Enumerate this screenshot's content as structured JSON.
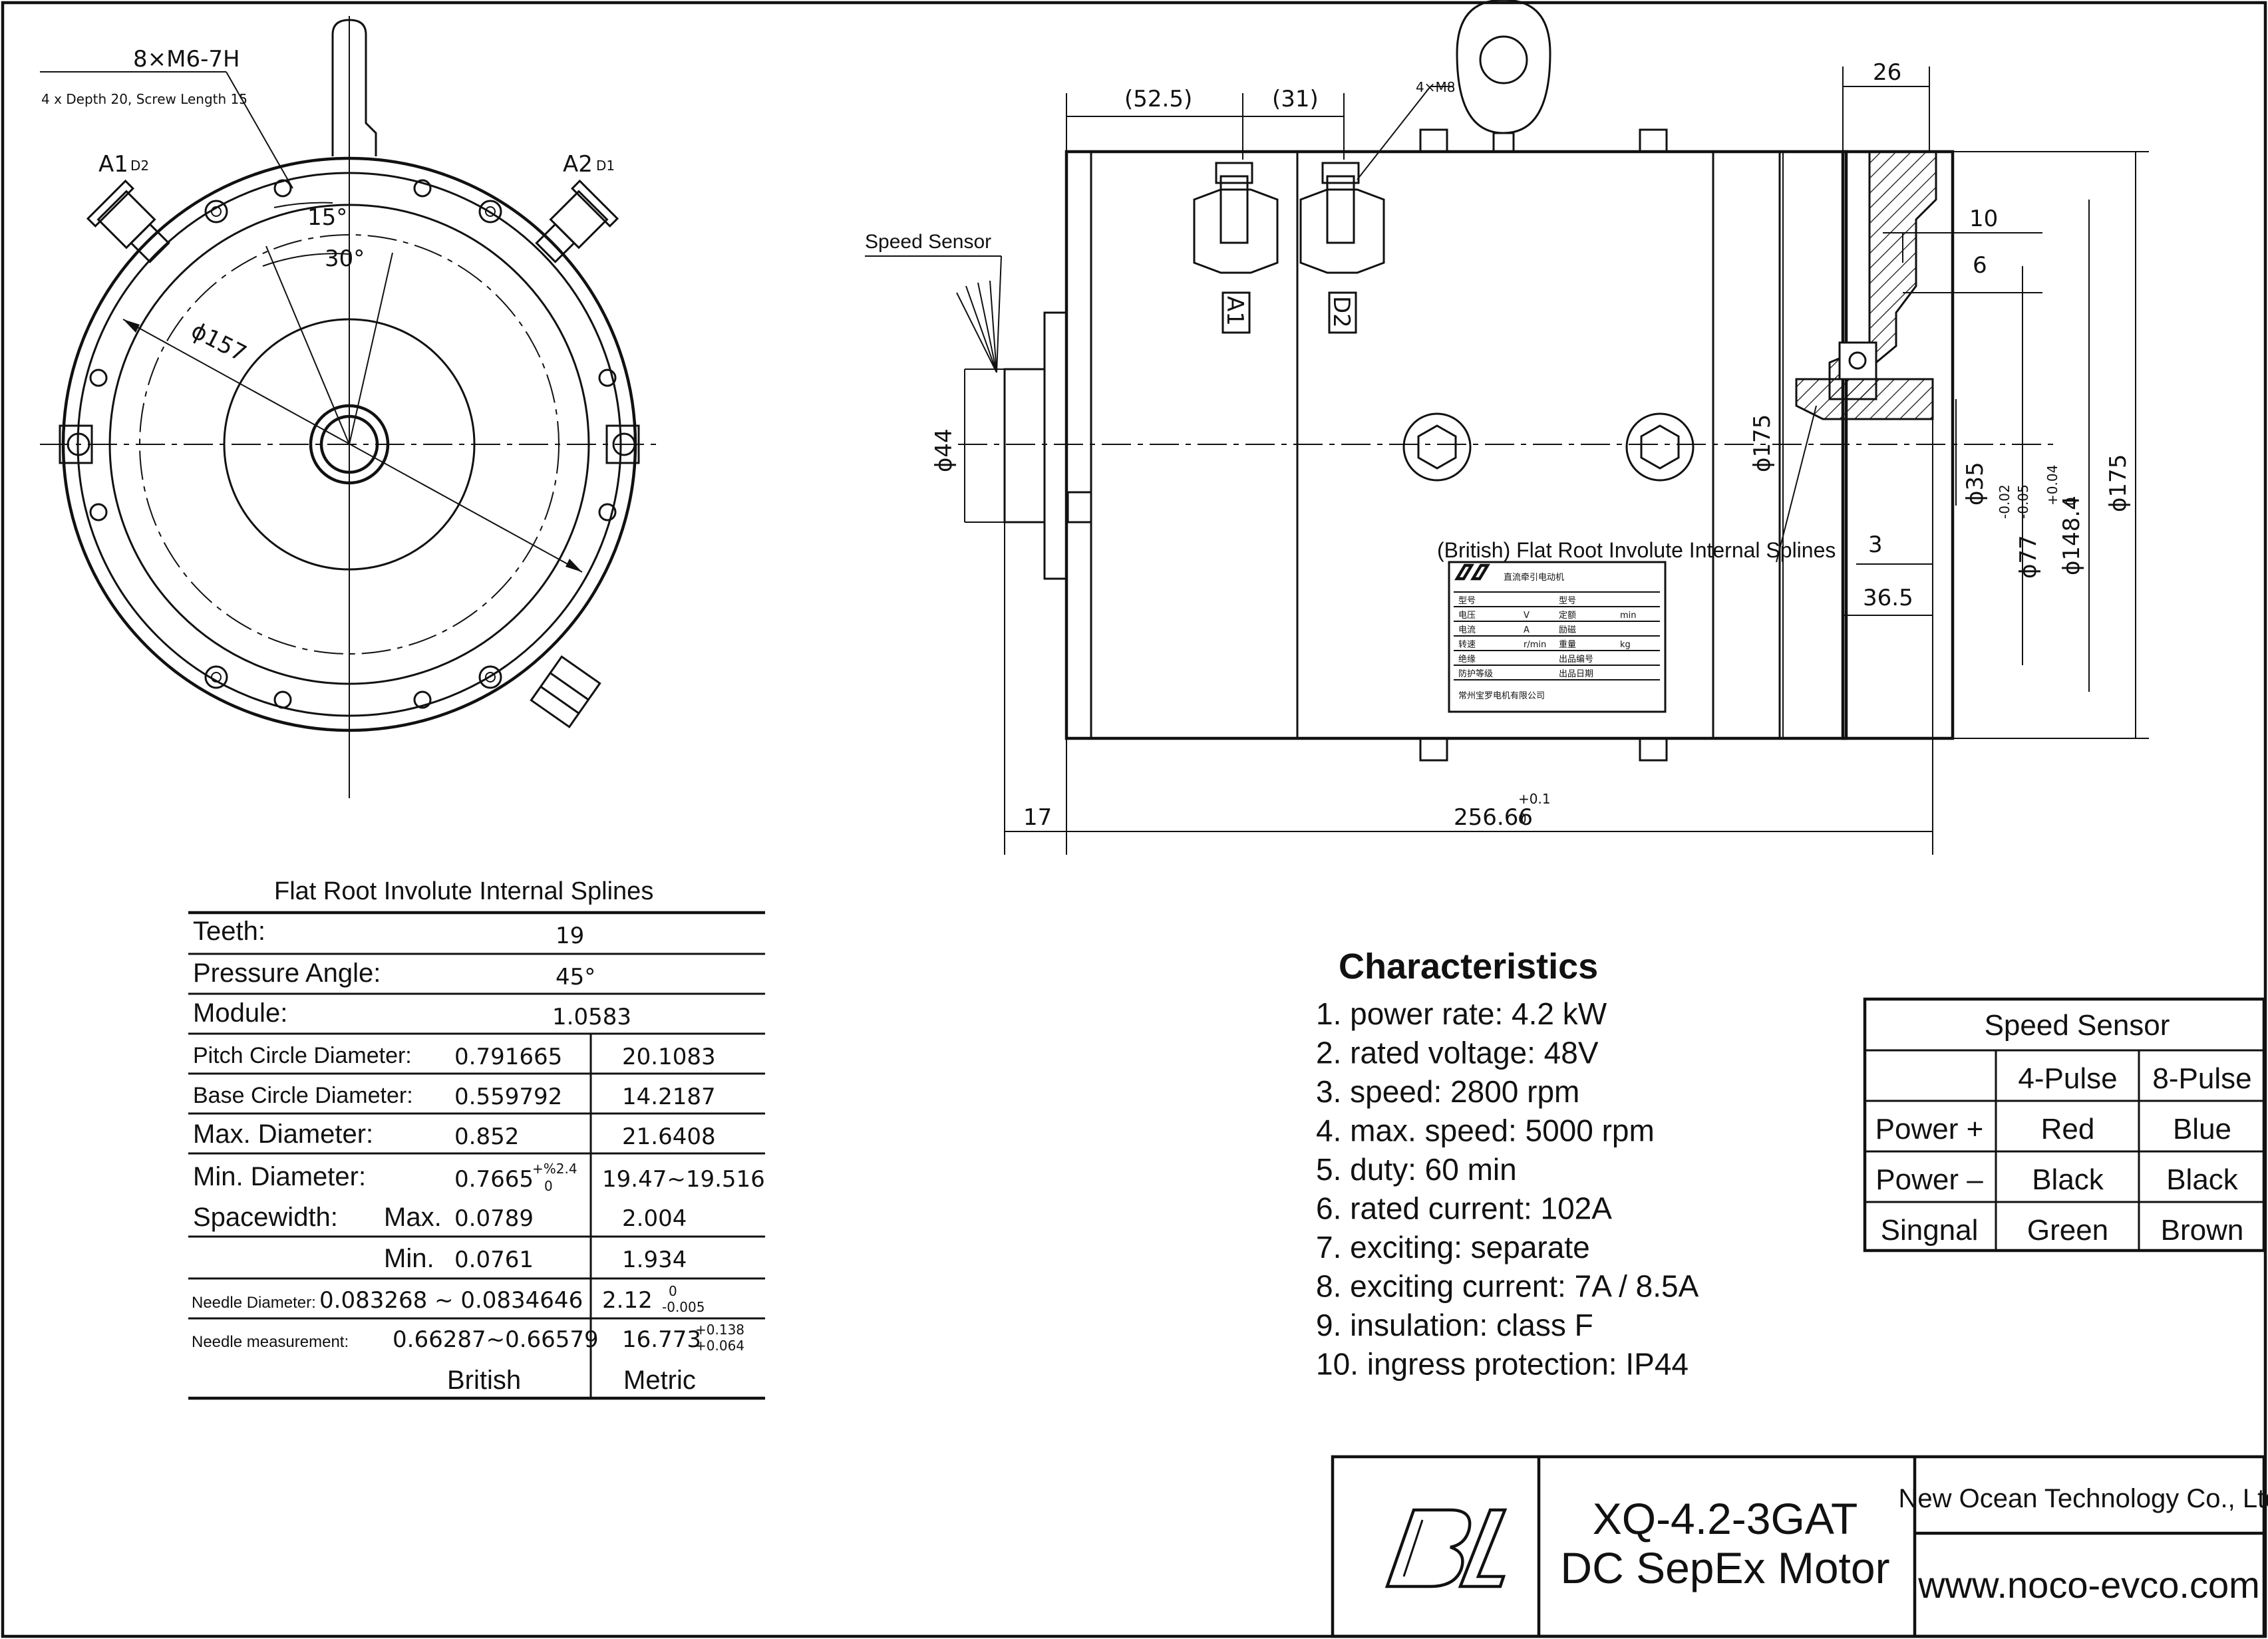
{
  "front_view": {
    "thread_callout": "8×M6-7H",
    "thread_note": "4 x Depth 20, Screw Length 15",
    "angle_small": "15°",
    "angle_large": "30°",
    "diameter": "ϕ157",
    "terminal_left_main": "A1",
    "terminal_left_sub": "D2",
    "terminal_right_main": "A2",
    "terminal_right_sub": "D1"
  },
  "side_view": {
    "dim_52_5": "(52.5)",
    "dim_31": "(31)",
    "bolt_callout": "4×M8",
    "dim_26": "26",
    "dim_10": "10",
    "dim_6": "6",
    "dim_3": "3",
    "dim_36_5": "36.5",
    "speed_sensor_label": "Speed Sensor",
    "dia_44": "ϕ44",
    "dia_175_inner": "ϕ175",
    "dia_35": "ϕ35",
    "dia_77": "ϕ77",
    "dia_77_tol_top": "-0.02",
    "dia_77_tol_bot": "-0.05",
    "dia_148": "ϕ148.4",
    "dia_148_tol_top": "+0.04",
    "dia_148_tol_bot": "0",
    "dia_175_outer": "ϕ175",
    "dim_17": "17",
    "dim_length": "256.66",
    "dim_length_tol_top": "+0.1",
    "dim_length_tol_bot": "0",
    "terminal_tag_a1": "A1",
    "terminal_tag_d2": "D2",
    "spline_note": "(British) Flat Root Involute Internal Splines"
  },
  "nameplate": {
    "title": "直流牵引电动机",
    "rows": [
      [
        "型号",
        "",
        "型号",
        ""
      ],
      [
        "电压",
        "V",
        "定额",
        "min"
      ],
      [
        "电流",
        "A",
        "励磁",
        ""
      ],
      [
        "转速",
        "r/min",
        "重量",
        "kg"
      ],
      [
        "绝缘",
        "",
        "出品编号",
        ""
      ],
      [
        "防护等级",
        "",
        "出品日期",
        ""
      ]
    ],
    "maker": "常州宝罗电机有限公司"
  },
  "spline_table": {
    "title": "Flat Root Involute Internal Splines",
    "teeth_label": "Teeth:",
    "teeth_value": "19",
    "pressure_label": "Pressure Angle:",
    "pressure_value": "45°",
    "module_label": "Module:",
    "module_value": "1.0583",
    "pitch_label": "Pitch Circle Diameter:",
    "pitch_british": "0.791665",
    "pitch_metric": "20.1083",
    "base_label": "Base Circle Diameter:",
    "base_british": "0.559792",
    "base_metric": "14.2187",
    "maxd_label": "Max. Diameter:",
    "maxd_british": "0.852",
    "maxd_metric": "21.6408",
    "mind_label": "Min. Diameter:",
    "mind_british": "0.7665",
    "mind_british_tol": "+%2.4",
    "mind_british_tol2": "0",
    "mind_metric": "19.47~19.516",
    "space_label": "Spacewidth:",
    "space_max_label": "Max.",
    "space_max_british": "0.0789",
    "space_max_metric": "2.004",
    "space_min_label": "Min.",
    "space_min_british": "0.0761",
    "space_min_metric": "1.934",
    "needle_label": "Needle Diameter:",
    "needle_british": "0.083268 ~ 0.0834646",
    "needle_metric": "2.12",
    "needle_tol_top": "0",
    "needle_tol_bot": "-0.005",
    "meas_label": "Needle measurement:",
    "meas_british": "0.66287~0.66579",
    "meas_metric": "16.773",
    "meas_tol_top": "+0.138",
    "meas_tol_bot": "+0.064",
    "col_british": "British",
    "col_metric": "Metric"
  },
  "characteristics": {
    "title": "Characteristics",
    "items": [
      "1. power rate: 4.2 kW",
      "2. rated voltage: 48V",
      "3. speed: 2800 rpm",
      "4. max. speed: 5000 rpm",
      "5. duty: 60 min",
      "6. rated current: 102A",
      "7. exciting: separate",
      "8. exciting current: 7A / 8.5A",
      "9. insulation: class F",
      "10. ingress protection: IP44"
    ]
  },
  "speed_sensor_table": {
    "title": "Speed Sensor",
    "col1": "4-Pulse",
    "col2": "8-Pulse",
    "rows": [
      [
        "Power +",
        "Red",
        "Blue"
      ],
      [
        "Power –",
        "Black",
        "Black"
      ],
      [
        "Singnal",
        "Green",
        "Brown"
      ]
    ]
  },
  "title_block": {
    "logo": "BL",
    "model": "XQ-4.2-3GAT",
    "description": "DC SepEx Motor",
    "company": "New Ocean Technology Co., Ltd",
    "website": "www.noco-evco.com"
  }
}
